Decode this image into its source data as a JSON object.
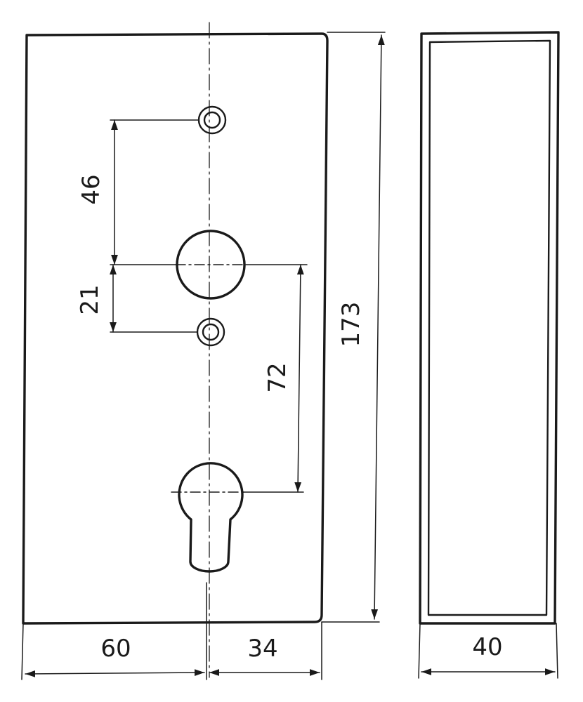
{
  "dimensions": {
    "hole_spacing_upper": "46",
    "hole_spacing_lower": "21",
    "spindle_to_cylinder": "72",
    "plate_height": "173",
    "backset_left": "60",
    "edge_right": "34",
    "profile_depth": "40"
  }
}
